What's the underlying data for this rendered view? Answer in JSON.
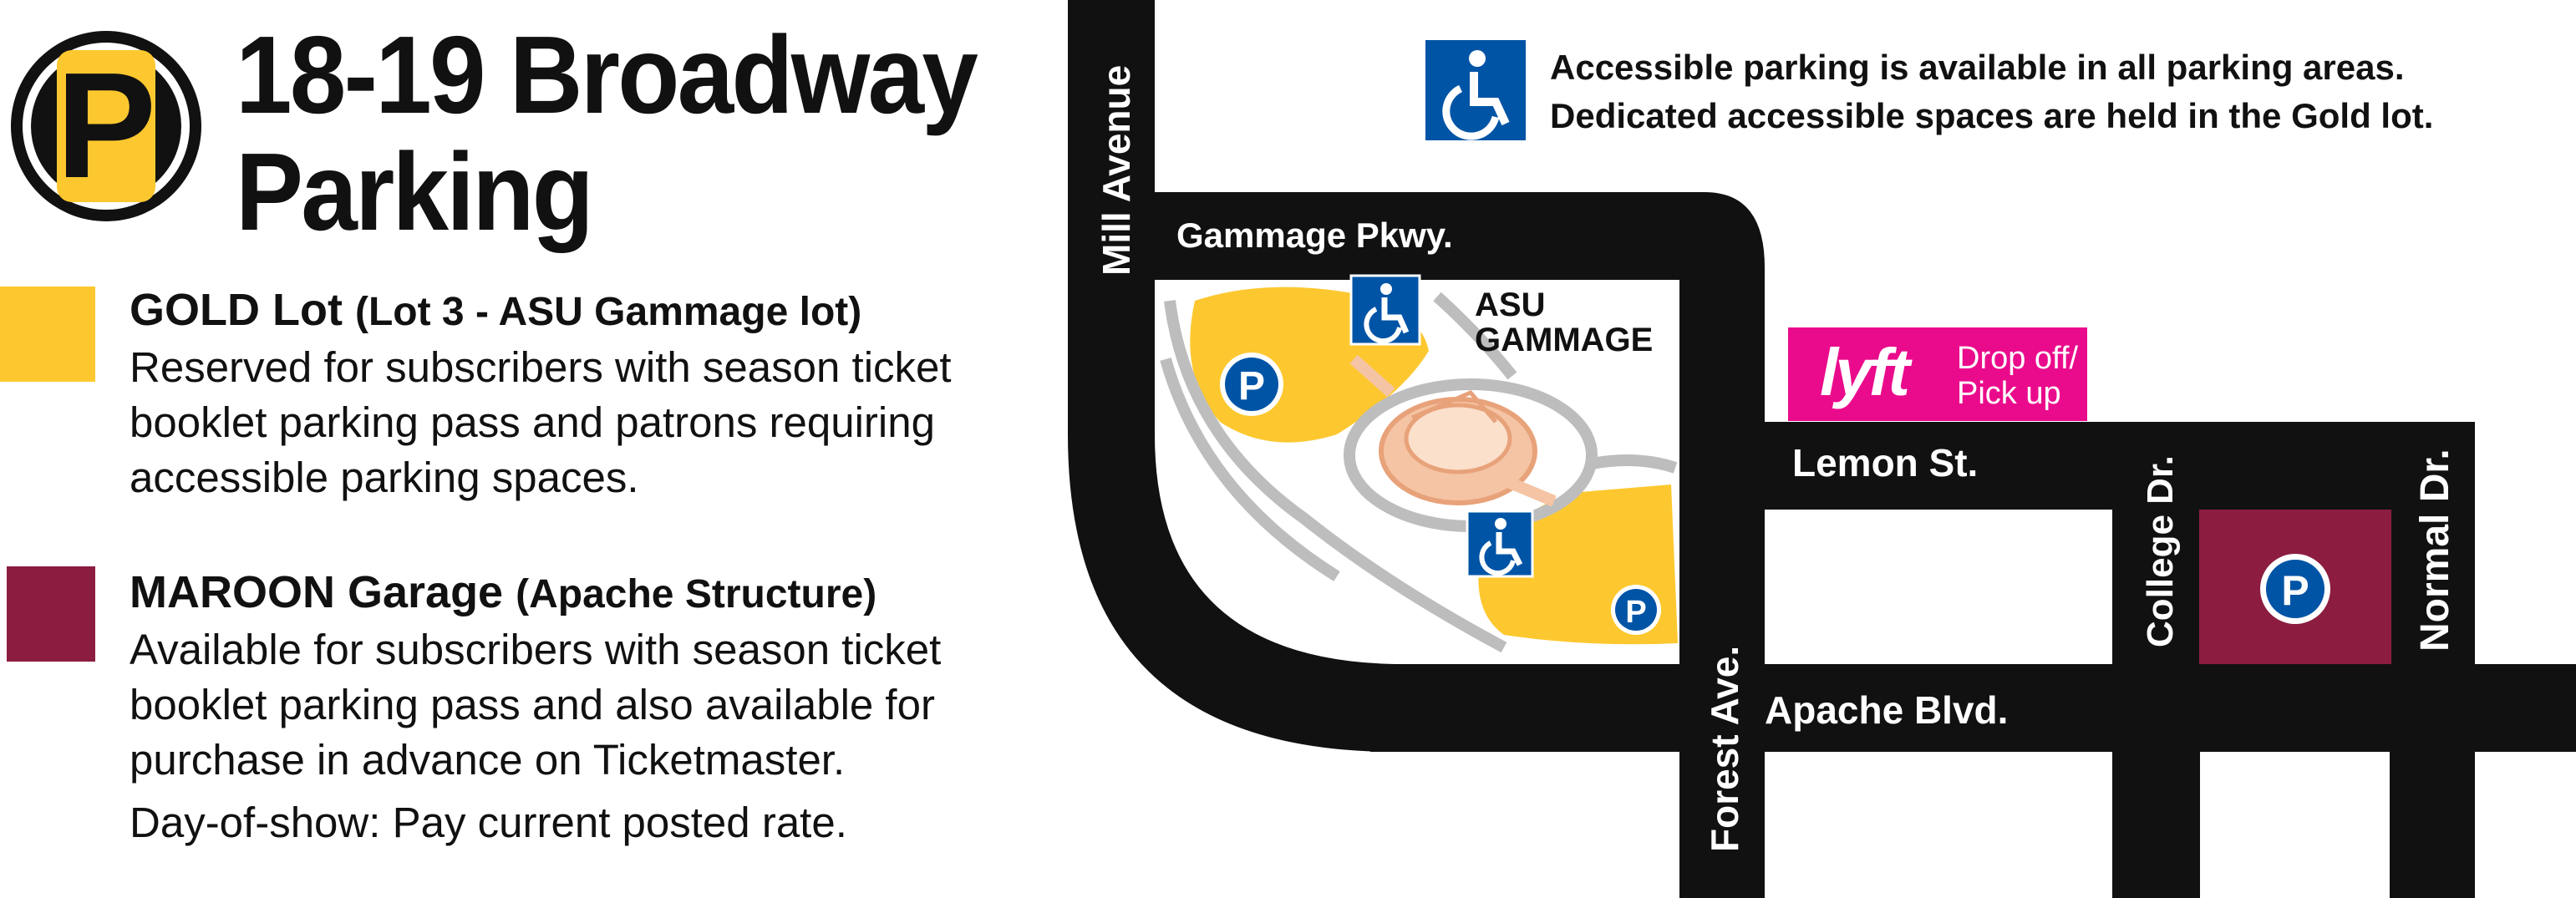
{
  "header": {
    "parking_logo_letter": "P",
    "title_line1": "18-19 Broadway",
    "title_line2": "Parking"
  },
  "legend": {
    "gold": {
      "name": "GOLD Lot",
      "detail": "(Lot 3 - ASU Gammage lot)",
      "description": "Reserved for subscribers with season ticket booklet parking pass and patrons requiring accessible parking spaces.",
      "color": "#FDC82F"
    },
    "maroon": {
      "name": "MAROON Garage",
      "detail": "(Apache Structure)",
      "description": "Available for subscribers with season ticket booklet parking pass and also available for purchase in advance on Ticketmaster.",
      "color": "#8C1D40"
    },
    "day_of_show": "Day-of-show: Pay current posted rate."
  },
  "accessibility_note": {
    "icon": "wheelchair-icon",
    "line1": "Accessible parking is available in all parking areas.",
    "line2": "Dedicated accessible spaces are held in the Gold lot."
  },
  "map": {
    "streets": {
      "mill_avenue": "Mill Avenue",
      "gammage_pkwy": "Gammage Pkwy.",
      "lemon_st": "Lemon St.",
      "college_dr": "College Dr.",
      "normal_dr": "Normal Dr.",
      "forest_ave": "Forest Ave.",
      "apache_blvd": "Apache Blvd."
    },
    "venue_line1": "ASU",
    "venue_line2": "GAMMAGE",
    "parking_marker": "P",
    "lyft": {
      "logo": "lyft",
      "line1": "Drop off/",
      "line2": "Pick up",
      "color": "#EA0B8C"
    },
    "colors": {
      "road": "#111111",
      "accessible_blue": "#0054A6",
      "building": "#F4C4A4",
      "paths": "#BDBDBD"
    }
  }
}
